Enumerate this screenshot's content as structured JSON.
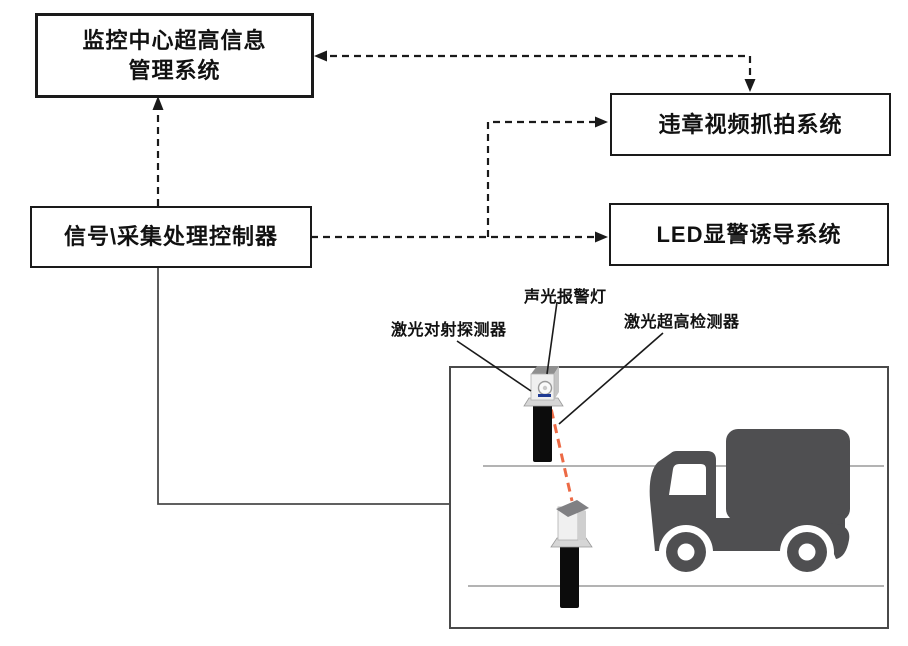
{
  "boxes": {
    "monitor_center": {
      "line1": "监控中心超高信息",
      "line2": "管理系统"
    },
    "video_capture": {
      "label": "违章视频抓拍系统"
    },
    "led_guidance": {
      "label": "LED显警诱导系统"
    },
    "controller": {
      "label": "信号\\采集处理控制器"
    }
  },
  "callouts": {
    "alarm_light": "声光报警灯",
    "beam_detector": "激光对射探测器",
    "overheight_detector": "激光超高检测器"
  },
  "colors": {
    "line": "#1a1a1a",
    "solid_connector": "#4a4a4a",
    "laser": "#ec6a45",
    "truck": "#4f4f51",
    "road": "#9a9a9a",
    "photo_border": "#4a4a4a",
    "background": "#ffffff"
  }
}
